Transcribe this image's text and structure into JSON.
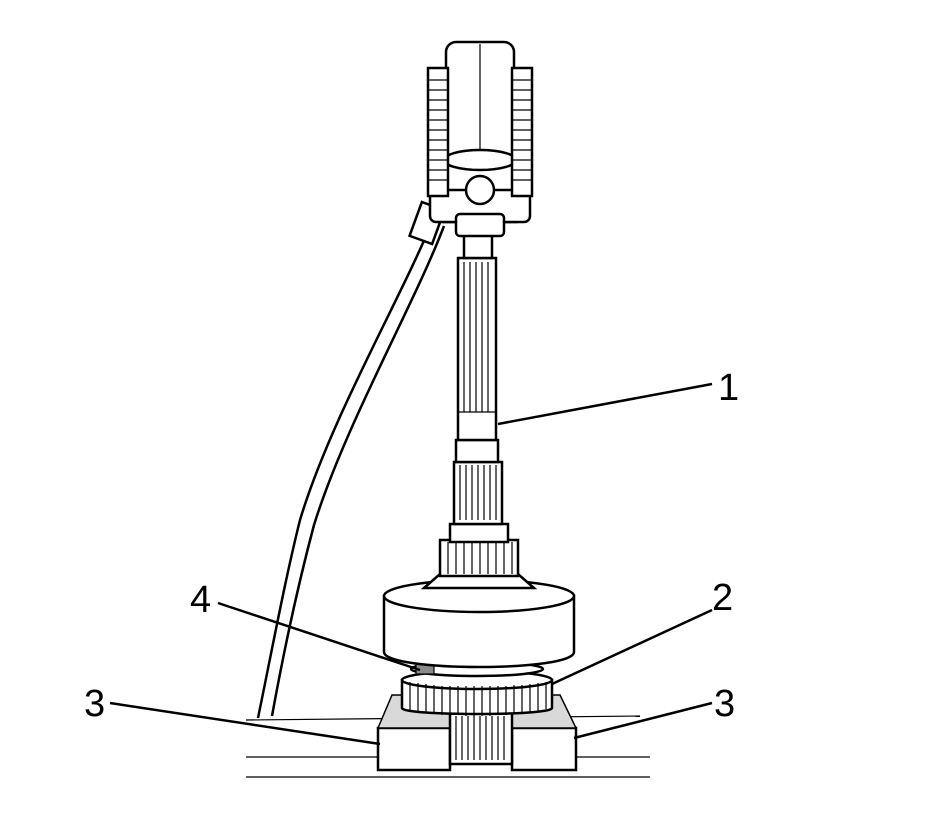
{
  "callouts": {
    "c1": "1",
    "c2": "2",
    "c3_left": "3",
    "c3_right": "3",
    "c4": "4"
  },
  "colors": {
    "line": "#000000",
    "shade": "#d9d9d9",
    "dark_shade": "#8a8a8a",
    "background": "#ffffff"
  }
}
